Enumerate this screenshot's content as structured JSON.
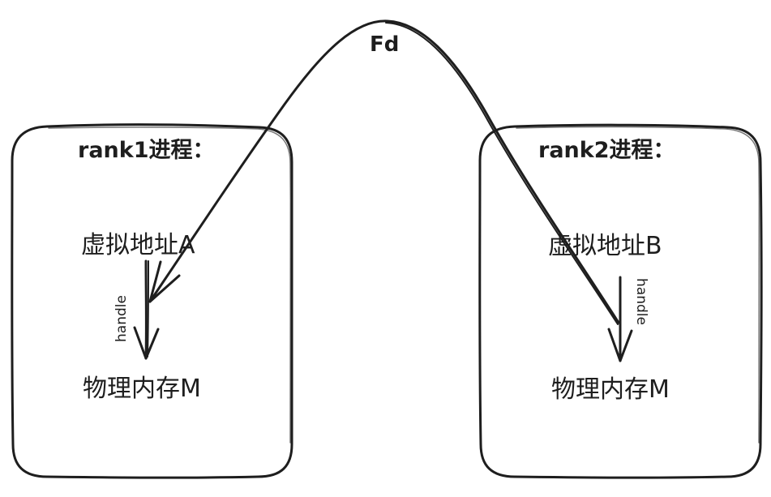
{
  "diagram": {
    "rank1": {
      "title": "rank1进程：",
      "virtual_address": "虚拟地址A",
      "physical_memory": "物理内存M",
      "handle_label": "handle"
    },
    "rank2": {
      "title": "rank2进程：",
      "virtual_address": "虚拟地址B",
      "physical_memory": "物理内存M",
      "handle_label": "handle"
    },
    "fd_label": "Fd"
  }
}
